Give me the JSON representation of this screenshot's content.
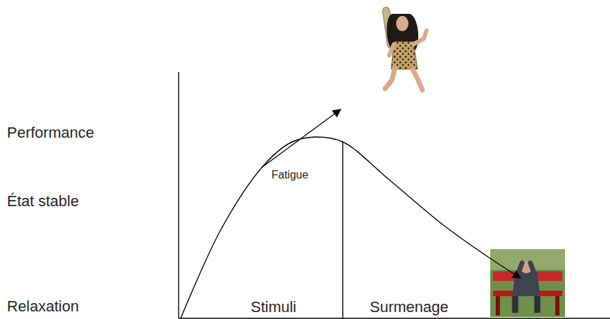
{
  "diagram": {
    "labels": [
      "Performance",
      "État stable",
      "Relaxation",
      "Fatigue",
      "Stimuli",
      "Surmenage"
    ]
  }
}
